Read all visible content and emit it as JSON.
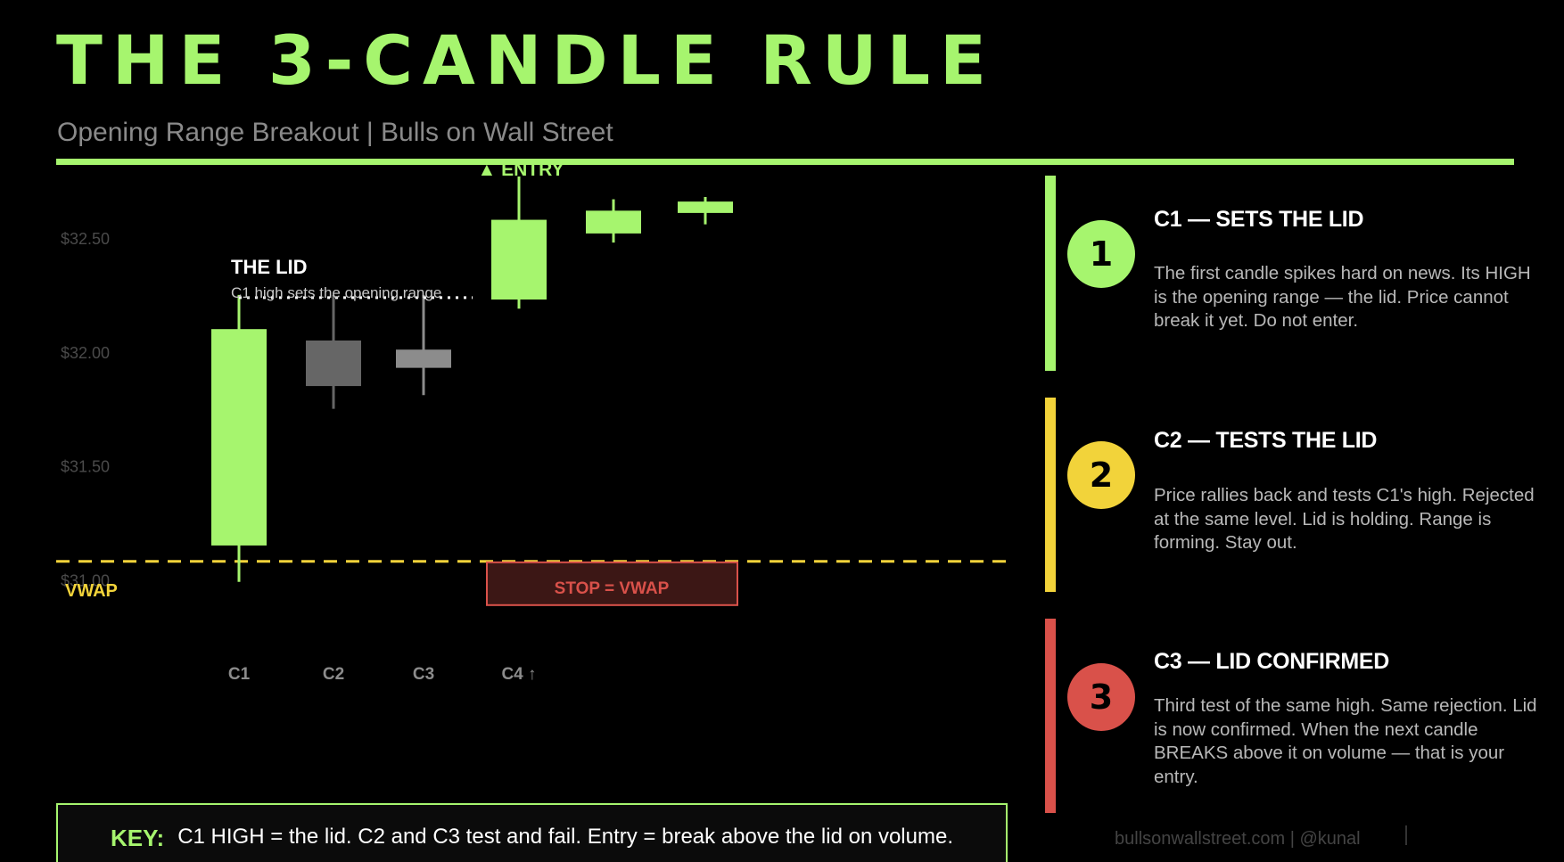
{
  "header": {
    "title": "THE 3-CANDLE RULE",
    "subtitle": "Opening Range Breakout  |  Bulls on Wall Street"
  },
  "colors": {
    "accent": "#a6f56e",
    "vwap": "#f2d33a",
    "stop": "#d9514a",
    "neutral_dark": "#666666",
    "neutral_light": "#8c8c8c"
  },
  "chart_data": {
    "type": "candlestick",
    "title": "",
    "xlabel": "",
    "ylabel": "",
    "ylim": [
      30.97,
      32.77
    ],
    "y_ticks": [
      "$32.50",
      "$32.00",
      "$31.50",
      "$31.00"
    ],
    "y_tick_values": [
      32.5,
      32.0,
      31.5,
      31.0
    ],
    "categories": [
      "C1",
      "C2",
      "C3",
      "C4 ↑",
      "",
      ""
    ],
    "candles": [
      {
        "open": 31.15,
        "close": 32.1,
        "high": 32.25,
        "low": 30.99,
        "color": "accent"
      },
      {
        "open": 31.85,
        "close": 32.05,
        "high": 32.25,
        "low": 31.75,
        "color": "neutral_dark"
      },
      {
        "open": 31.93,
        "close": 32.01,
        "high": 32.25,
        "low": 31.81,
        "color": "neutral_light"
      },
      {
        "open": 32.23,
        "close": 32.58,
        "high": 32.77,
        "low": 32.19,
        "color": "accent"
      },
      {
        "open": 32.52,
        "close": 32.62,
        "high": 32.67,
        "low": 32.48,
        "color": "accent"
      },
      {
        "open": 32.61,
        "close": 32.66,
        "high": 32.68,
        "low": 32.56,
        "color": "accent"
      }
    ],
    "lid_level": 32.25,
    "vwap_level": 31.08,
    "annotations": {
      "lid_title": "THE LID",
      "lid_subtitle": "C1 high sets the opening range",
      "entry": "▲ ENTRY",
      "vwap": "VWAP",
      "stop": "STOP = VWAP"
    }
  },
  "cards": [
    {
      "number": "1",
      "title": "C1 — SETS THE LID",
      "body": "The first candle spikes hard on news. Its HIGH is the opening range — the lid. Price cannot break it yet. Do not enter.",
      "color": "#a6f56e"
    },
    {
      "number": "2",
      "title": "C2 — TESTS THE LID",
      "body": "Price rallies back and tests C1's high. Rejected at the same level. Lid is holding. Range is forming. Stay out.",
      "color": "#f2d33a"
    },
    {
      "number": "3",
      "title": "C3 — LID CONFIRMED",
      "body": "Third test of the same high. Same rejection. Lid is now confirmed. When the next candle BREAKS above it on volume — that is your entry.",
      "color": "#d9514a"
    }
  ],
  "key": {
    "label": "KEY:",
    "text": "C1 HIGH = the lid. C2 and C3 test and fail. Entry = break above the lid on volume."
  },
  "footer": {
    "text": "bullsonwallstreet.com  |  @kunal"
  }
}
